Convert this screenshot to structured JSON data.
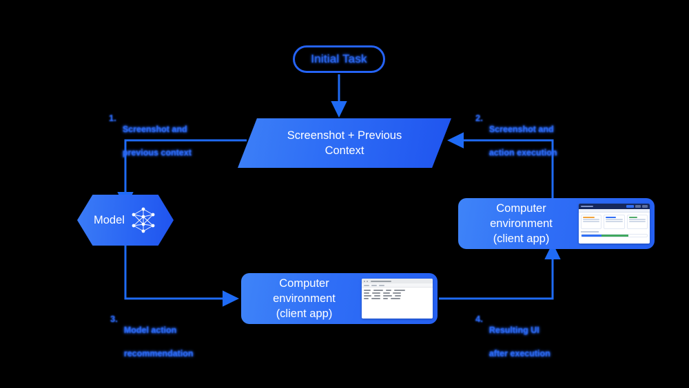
{
  "diagram": {
    "title": "Computer-use agent loop",
    "colors": {
      "background": "#000000",
      "node_blue_light": "#3f84f8",
      "node_blue_dark": "#1f53ee",
      "connector": "#1f6bf5",
      "label_blue": "#2f6ef7",
      "text_on_node": "#ffffff"
    }
  },
  "nodes": {
    "initial_task": {
      "label": "Initial Task",
      "shape": "pill"
    },
    "screenshot_context": {
      "label": "Screenshot + Previous\nContext",
      "line1": "Screenshot + Previous",
      "line2": "Context",
      "shape": "parallelogram"
    },
    "model": {
      "label": "Model",
      "icon": "neural-network-icon",
      "shape": "hexagon"
    },
    "environment_right": {
      "line1": "Computer environment",
      "line2": "(client app)",
      "shape": "rounded-rect",
      "thumbnail": "dashboard-screenshot"
    },
    "environment_bottom": {
      "line1": "Computer environment",
      "line2": "(client app)",
      "shape": "rounded-rect",
      "thumbnail": "spreadsheet-screenshot"
    }
  },
  "steps": [
    {
      "num": "1.",
      "line1": "Screenshot and",
      "line2": "previous context"
    },
    {
      "num": "2.",
      "line1": "Screenshot and",
      "line2": "action execution"
    },
    {
      "num": "3.",
      "line1": "Model action",
      "line2": "recommendation"
    },
    {
      "num": "4.",
      "line1": "Resulting UI",
      "line2": "after execution"
    }
  ],
  "connectors": [
    {
      "from": "initial_task",
      "to": "screenshot_context",
      "direction": "down"
    },
    {
      "from": "screenshot_context",
      "to": "model",
      "direction": "left-then-down"
    },
    {
      "from": "model",
      "to": "environment_bottom",
      "direction": "down-then-right"
    },
    {
      "from": "environment_bottom",
      "to": "environment_right",
      "direction": "right-then-up"
    },
    {
      "from": "environment_right",
      "to": "screenshot_context",
      "direction": "up-then-left"
    }
  ]
}
